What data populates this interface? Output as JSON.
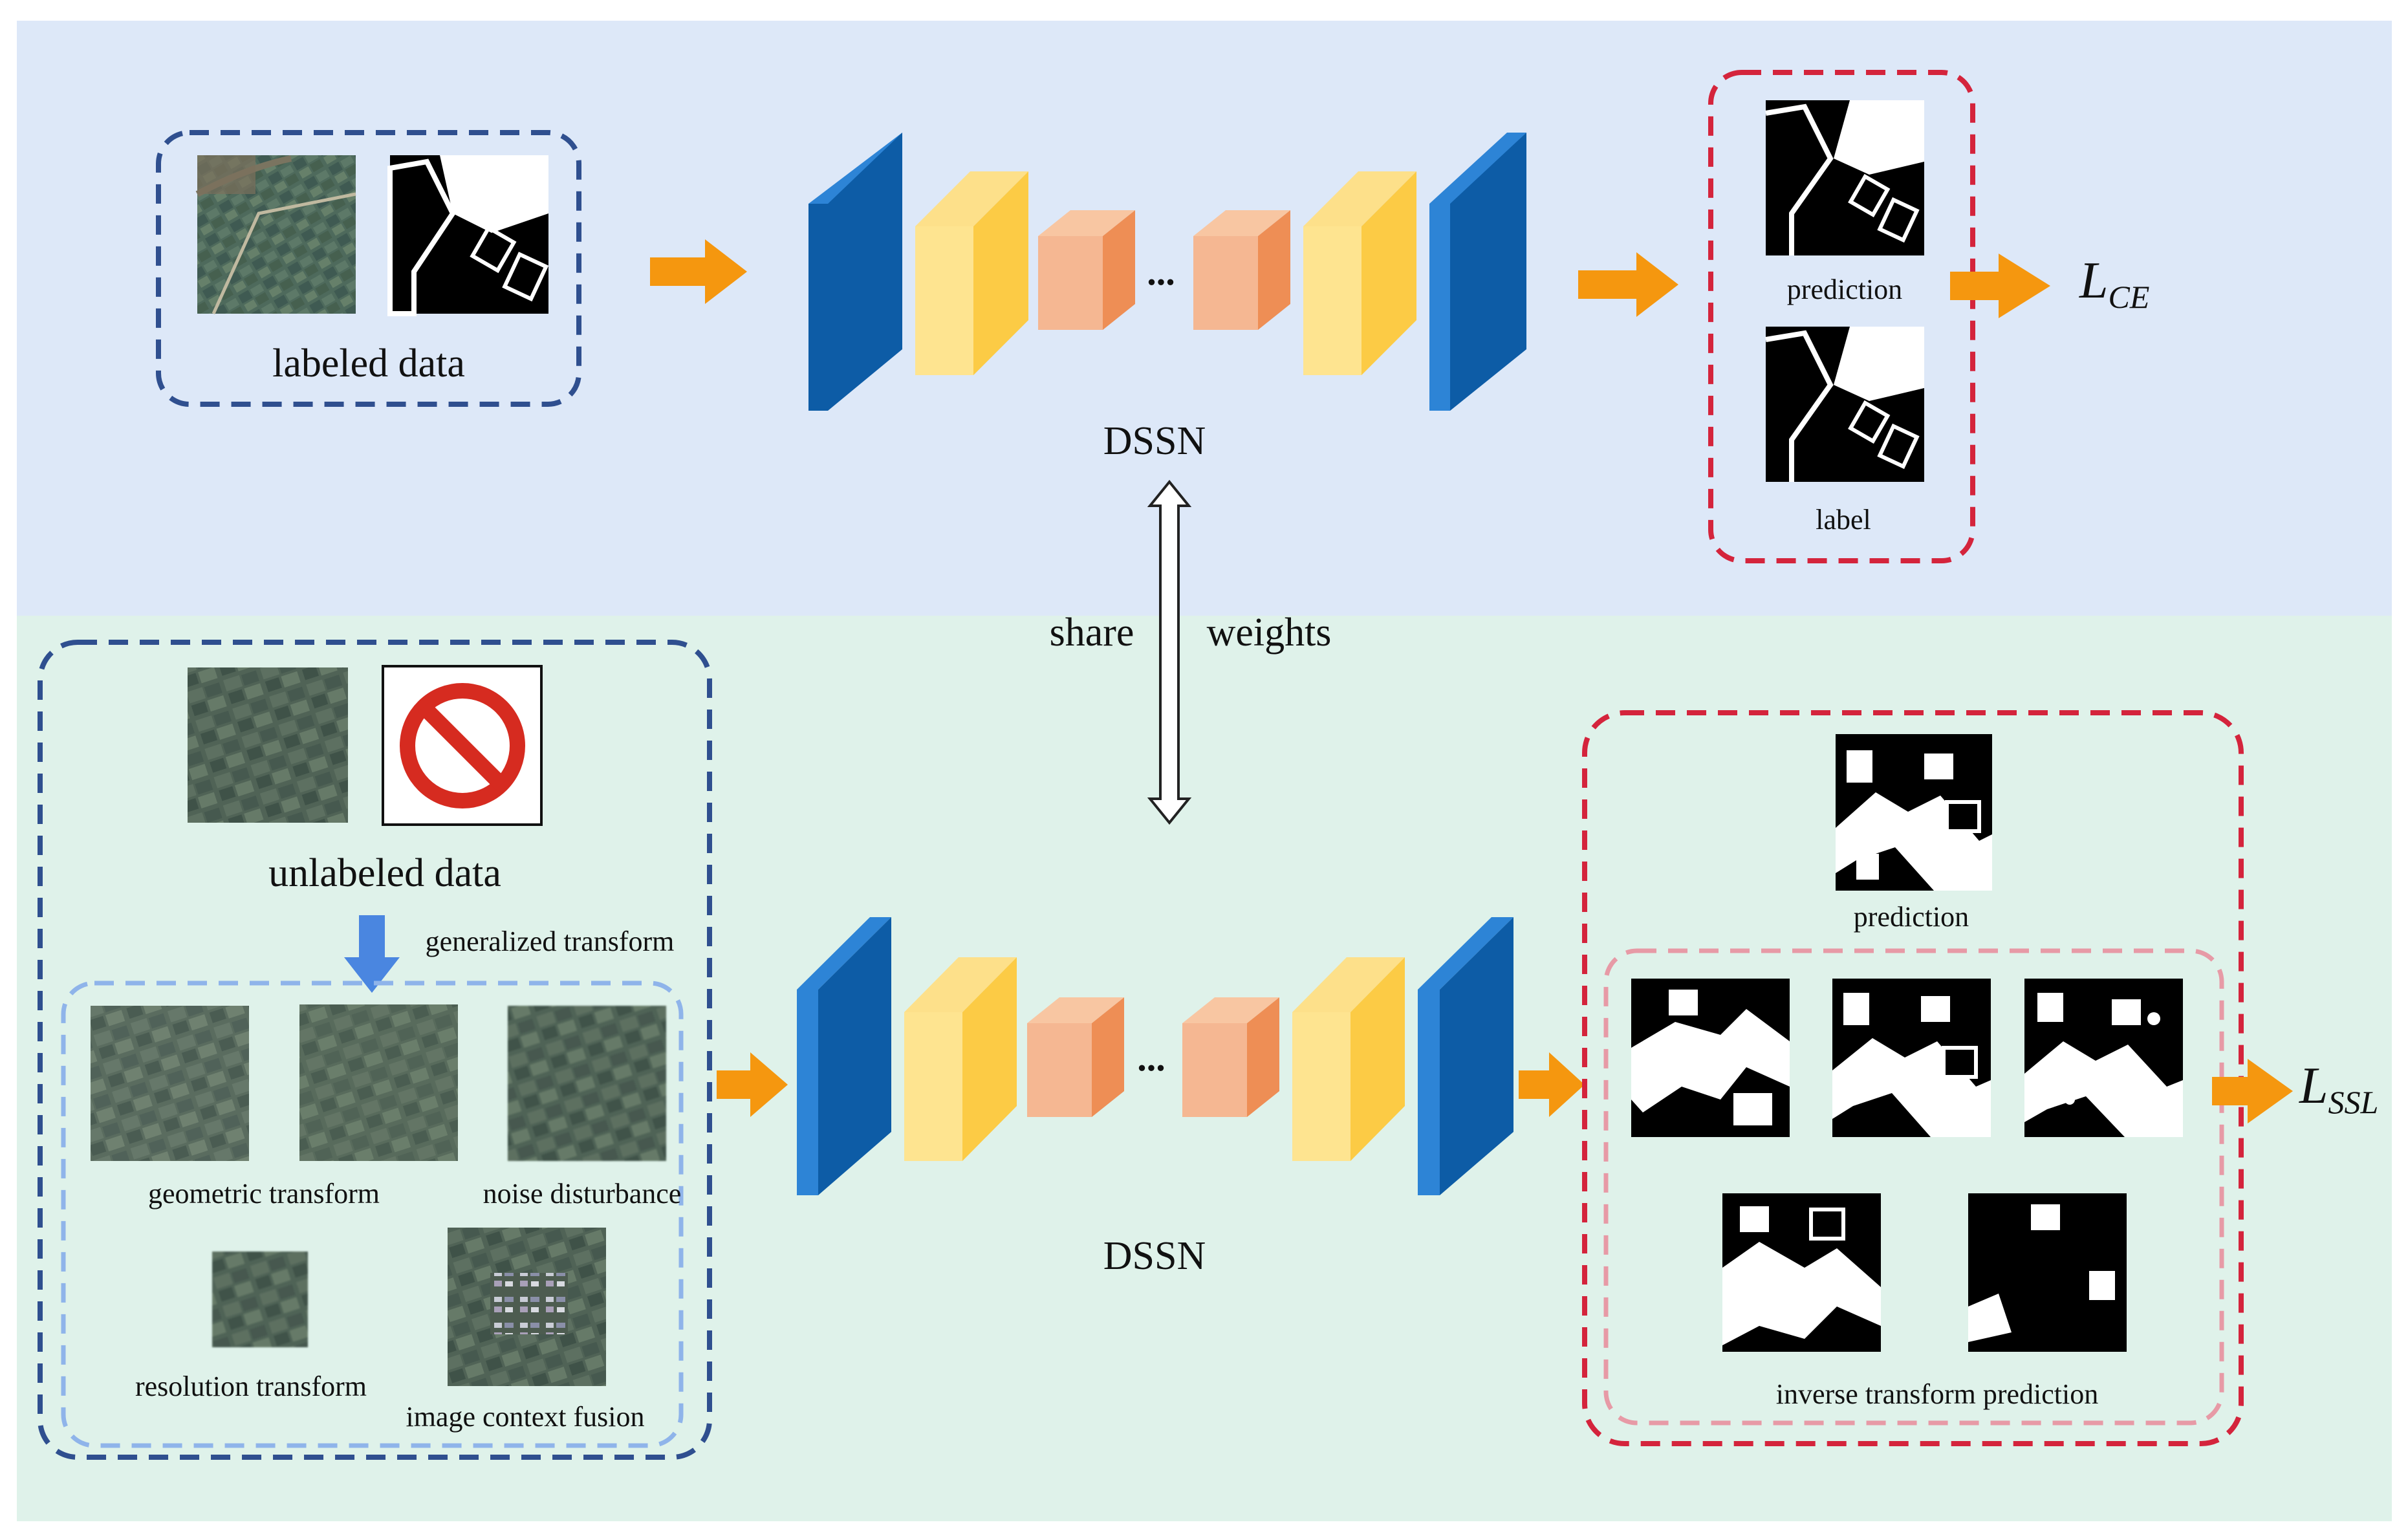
{
  "top": {
    "input_label": "labeled data",
    "network_label": "DSSN",
    "ellipsis": "...",
    "prediction_label": "prediction",
    "label_label": "label",
    "loss": {
      "symbol": "L",
      "subscript": "CE"
    }
  },
  "middle": {
    "share_text": "share",
    "weights_text": "weights"
  },
  "bottom": {
    "input_label": "unlabeled data",
    "transform_title": "generalized transform",
    "transforms": {
      "geometric": "geometric transform",
      "noise": "noise disturbance",
      "resolution": "resolution transform",
      "context": "image context fusion"
    },
    "network_label": "DSSN",
    "ellipsis": "...",
    "prediction_label": "prediction",
    "inverse_label": "inverse transform prediction",
    "loss": {
      "symbol": "L",
      "subscript": "SSL"
    }
  },
  "colors": {
    "top_bg": "#dde8f8",
    "bottom_bg": "#dff2ea",
    "dark_blue_box": "#2f4f8f",
    "light_blue_box": "#8fb4ea",
    "red_box": "#d4243c",
    "pink_box": "#e79aa6",
    "arrow_orange": "#f5970f",
    "arrow_blue": "#4a86e0",
    "layer_blue": "#0d5ca6",
    "layer_yellow": "#fccb45",
    "layer_peach": "#f2ac7e",
    "forbidden_red": "#d62b20"
  }
}
